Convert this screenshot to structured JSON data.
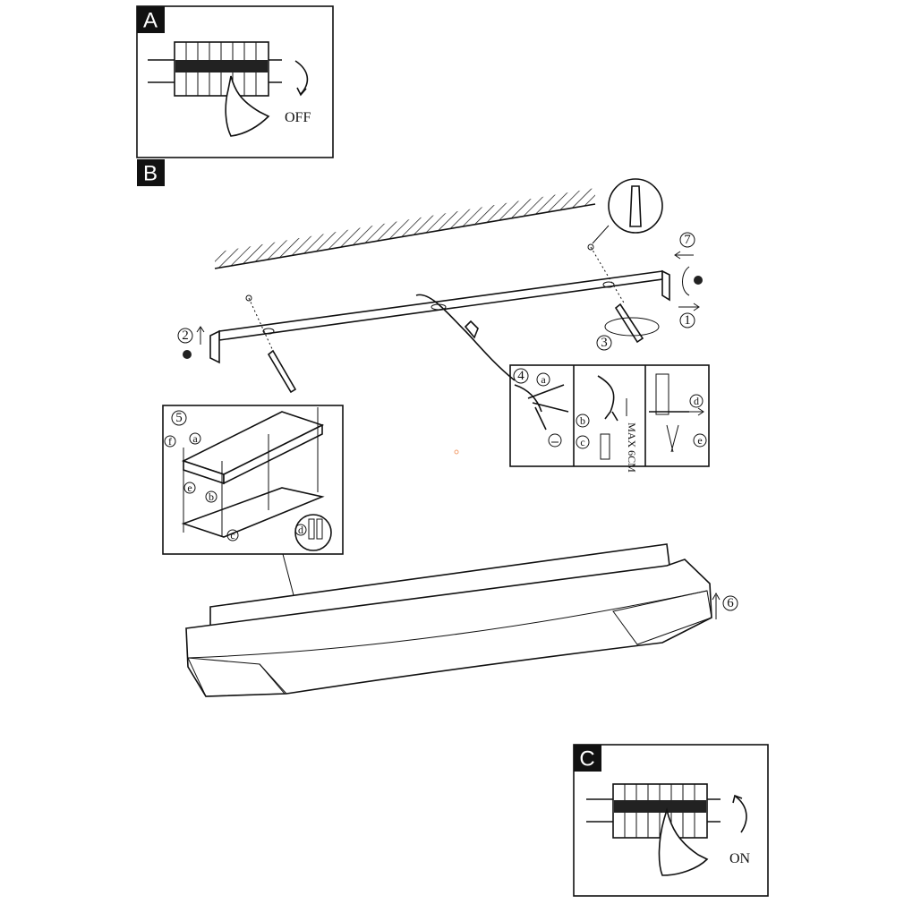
{
  "steps": {
    "a": "A",
    "b": "B",
    "c": "C"
  },
  "panel_a": {
    "label": "OFF"
  },
  "panel_c": {
    "label": "ON"
  },
  "callouts": {
    "n1": "1",
    "n2": "2",
    "n3": "3",
    "n4": "4",
    "n5": "5",
    "n6": "6",
    "n7": "7"
  },
  "letters": {
    "a": "a",
    "b": "b",
    "c": "c",
    "d": "d",
    "e": "e",
    "f": "f"
  },
  "strip_note": "MAX 6CM"
}
